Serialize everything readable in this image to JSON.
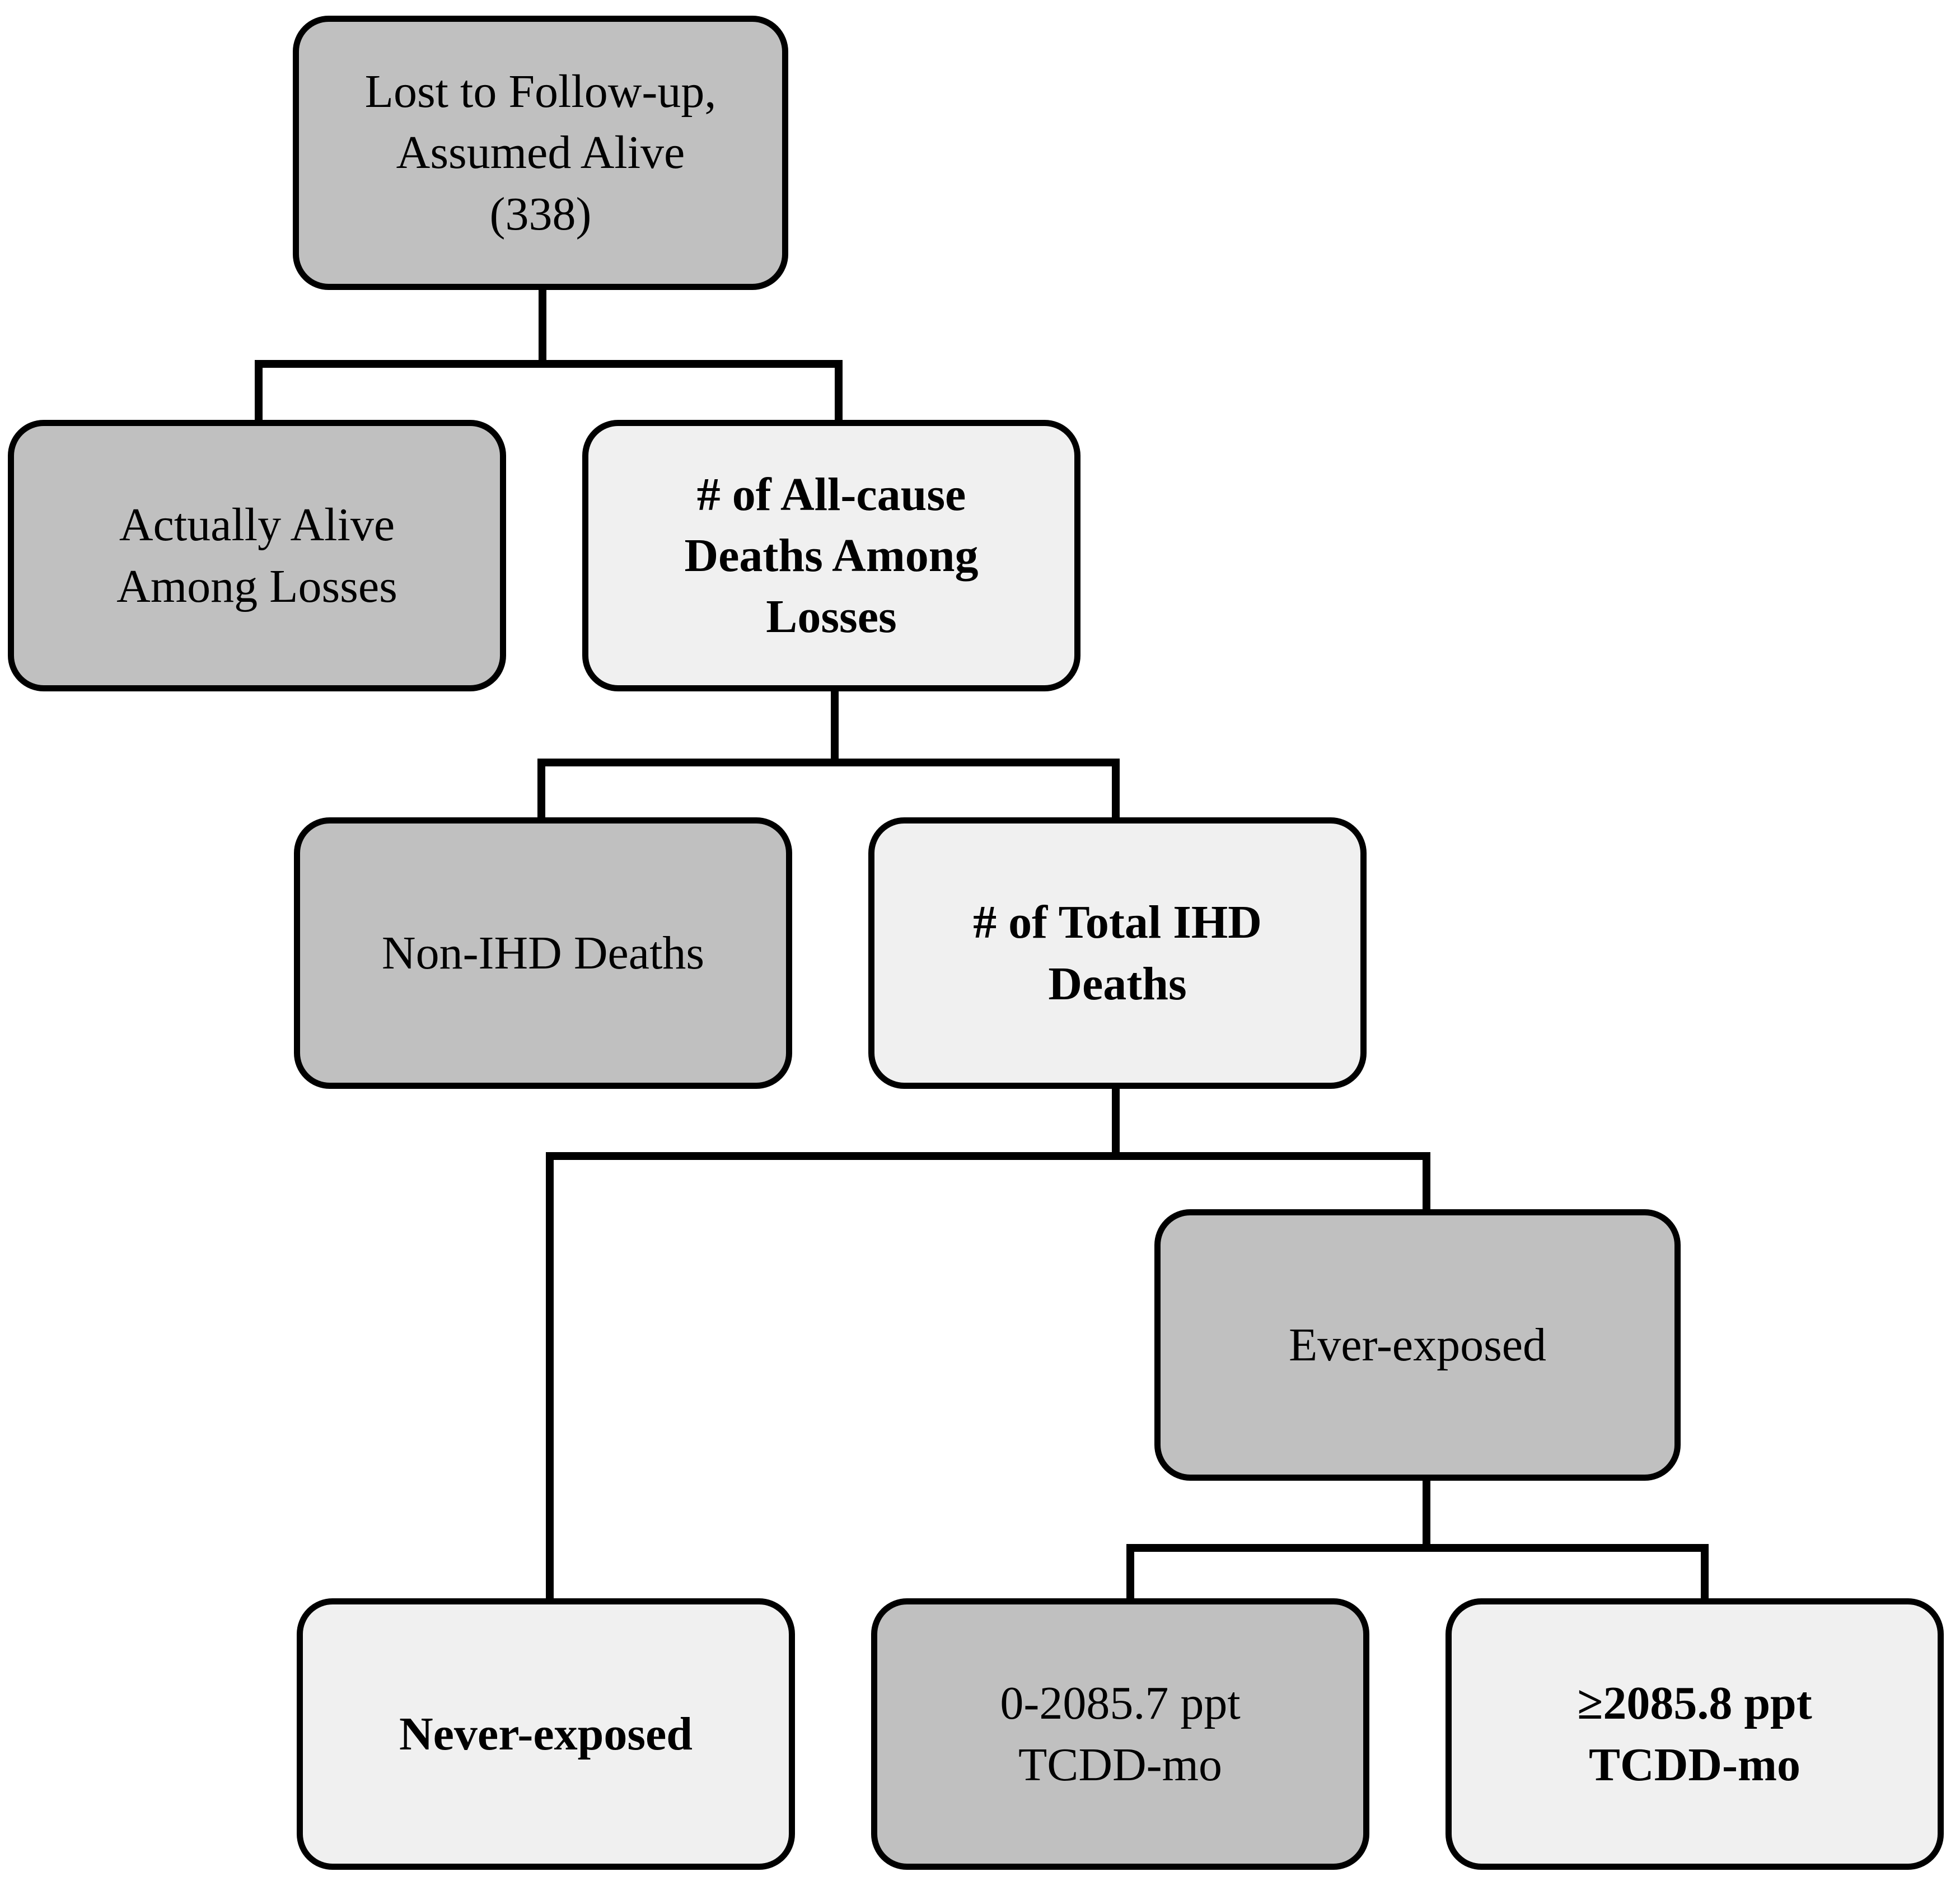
{
  "diagram": {
    "type": "flowchart",
    "title_text": null,
    "colors": {
      "node_fill_shaded": "#c0c0c0",
      "node_fill_plain": "#f0f0f0",
      "border": "#000000",
      "text": "#000000",
      "background": "#ffffff"
    },
    "nodes": [
      {
        "id": "lost-to-followup",
        "lines": [
          "Lost to Follow-up,",
          "Assumed Alive",
          "(338)"
        ],
        "count": "338",
        "fill": "shaded",
        "weight": "normal"
      },
      {
        "id": "actually-alive",
        "lines": [
          "Actually Alive",
          "Among Losses"
        ],
        "fill": "shaded",
        "weight": "normal"
      },
      {
        "id": "all-cause-deaths",
        "lines": [
          "# of All-cause",
          "Deaths Among",
          "Losses"
        ],
        "fill": "plain",
        "weight": "bold"
      },
      {
        "id": "non-ihd-deaths",
        "lines": [
          "Non-IHD Deaths"
        ],
        "fill": "shaded",
        "weight": "normal"
      },
      {
        "id": "total-ihd-deaths",
        "lines": [
          "# of Total IHD",
          "Deaths"
        ],
        "fill": "plain",
        "weight": "bold"
      },
      {
        "id": "ever-exposed",
        "lines": [
          "Ever-exposed"
        ],
        "fill": "shaded",
        "weight": "normal"
      },
      {
        "id": "never-exposed",
        "lines": [
          "Never-exposed"
        ],
        "fill": "plain",
        "weight": "bold"
      },
      {
        "id": "tcdd-low",
        "lines": [
          "0-2085.7 ppt",
          "TCDD-mo"
        ],
        "fill": "shaded",
        "weight": "normal"
      },
      {
        "id": "tcdd-high",
        "lines": [
          "≥2085.8 ppt",
          "TCDD-mo"
        ],
        "fill": "plain",
        "weight": "bold"
      }
    ],
    "edges": [
      {
        "from": "lost-to-followup",
        "to": "actually-alive"
      },
      {
        "from": "lost-to-followup",
        "to": "all-cause-deaths"
      },
      {
        "from": "all-cause-deaths",
        "to": "non-ihd-deaths"
      },
      {
        "from": "all-cause-deaths",
        "to": "total-ihd-deaths"
      },
      {
        "from": "total-ihd-deaths",
        "to": "never-exposed"
      },
      {
        "from": "total-ihd-deaths",
        "to": "ever-exposed"
      },
      {
        "from": "ever-exposed",
        "to": "tcdd-low"
      },
      {
        "from": "ever-exposed",
        "to": "tcdd-high"
      }
    ]
  }
}
